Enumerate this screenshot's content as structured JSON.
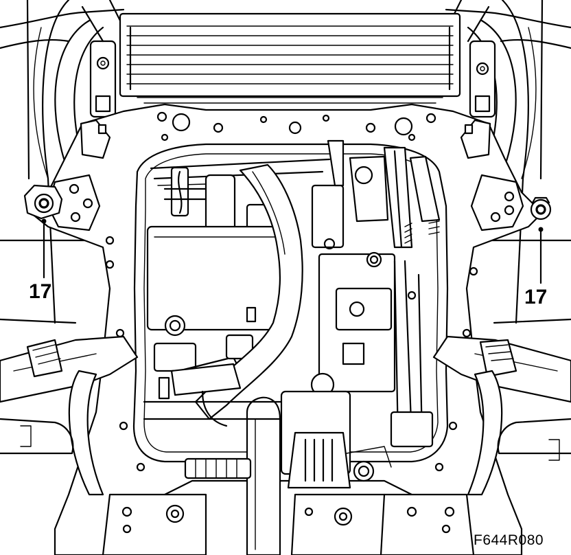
{
  "callouts": {
    "left_label": "17",
    "right_label": "17"
  },
  "figure_code": "F644R080",
  "colors": {
    "line": "#000000",
    "background": "#ffffff"
  }
}
